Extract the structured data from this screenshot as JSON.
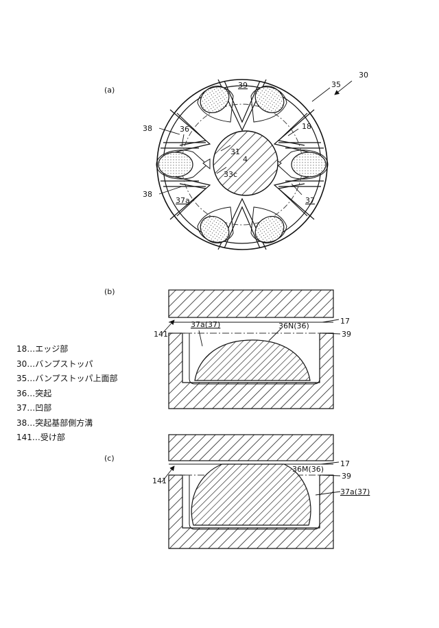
{
  "figure_a": {
    "panel": "(a)",
    "labels": {
      "ref30": "30",
      "ref35": "35",
      "ref39": "39",
      "ref38_top": "38",
      "ref36": "36",
      "ref18": "18",
      "ref31": "31",
      "ref4": "4",
      "ref33c": "33c",
      "ref38_bottom": "38",
      "ref37a": "37a",
      "ref37": "37"
    }
  },
  "figure_b": {
    "panel": "(b)",
    "labels": {
      "ref37a37": "37a(37)",
      "ref36N36": "36N(36)",
      "ref17": "17",
      "ref141": "141",
      "ref39": "39"
    }
  },
  "figure_c": {
    "panel": "(c)",
    "labels": {
      "ref17": "17",
      "ref36M36": "36M(36)",
      "ref141": "141",
      "ref39": "39",
      "ref37a37": "37a(37)"
    }
  },
  "legend": [
    "18…エッジ部",
    "30…バンプストッパ",
    "35…バンプストッパ上面部",
    "36…突起",
    "37…凹部",
    "38…突起基部側方溝",
    "141…受け部"
  ]
}
